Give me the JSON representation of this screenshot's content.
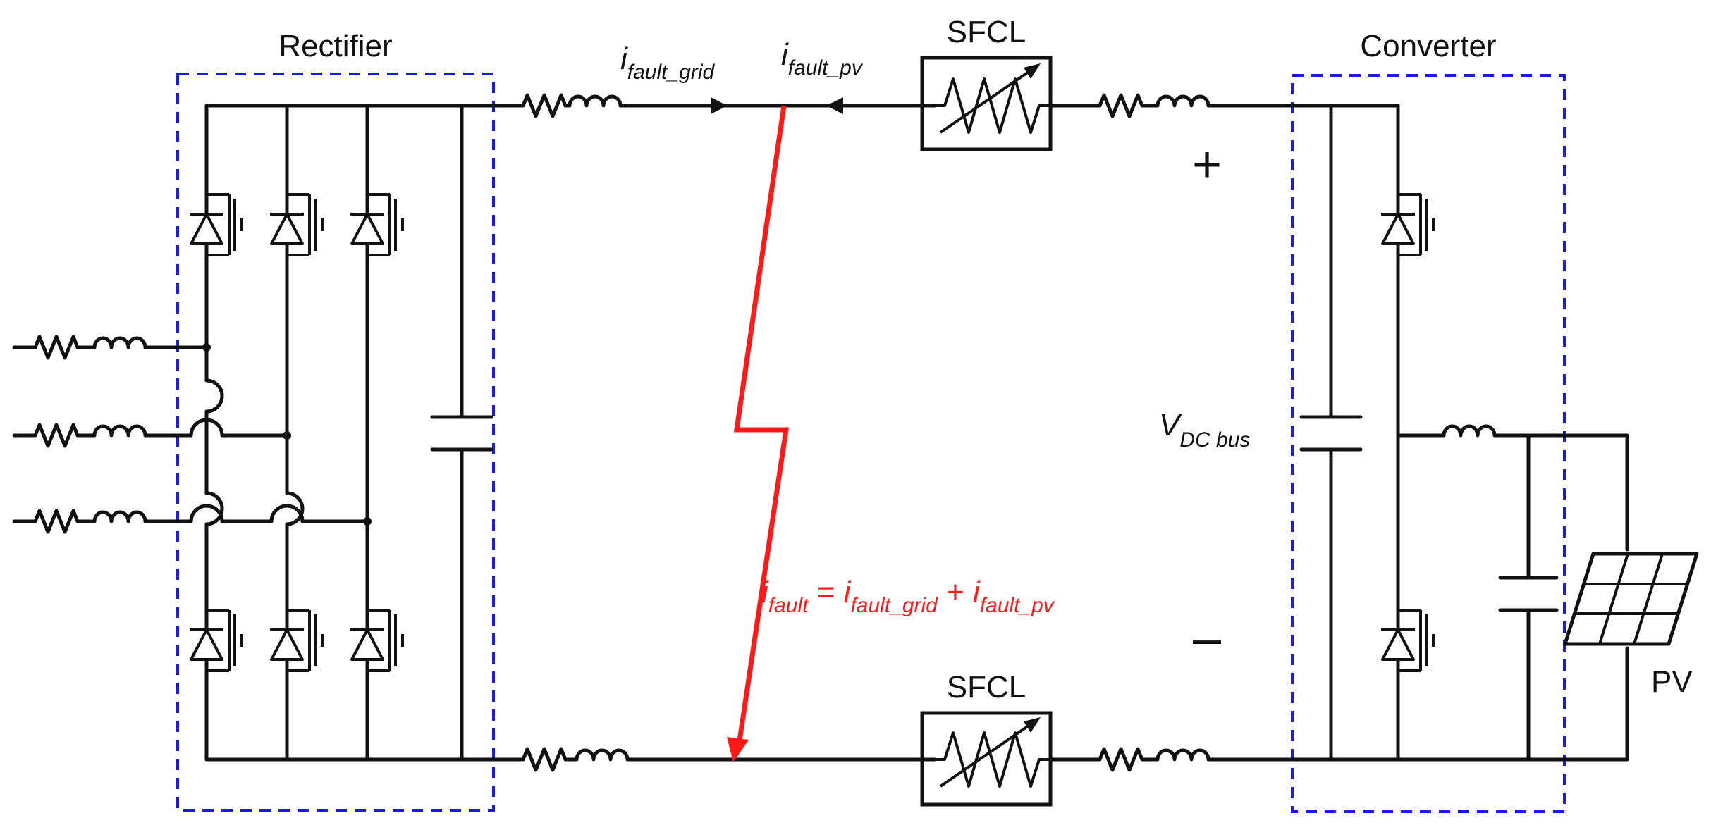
{
  "blocks": {
    "rectifier": "Rectifier",
    "converter": "Converter",
    "sfcl_top": "SFCL",
    "sfcl_bottom": "SFCL",
    "pv": "PV"
  },
  "polarity": {
    "plus": "+",
    "minus": "–"
  },
  "currents": {
    "grid": {
      "base": "i",
      "sub": "fault_grid"
    },
    "pv": {
      "base": "i",
      "sub": "fault_pv"
    }
  },
  "bus_voltage": {
    "base": "V",
    "sub": "DC bus"
  },
  "fault_equation": {
    "total_base": "i",
    "total_sub": "fault",
    "equals": " = ",
    "term1_base": "i",
    "term1_sub": "fault_grid",
    "plus": " + ",
    "term2_base": "i",
    "term2_sub": "fault_pv"
  },
  "colors": {
    "wire": "#111111",
    "fault": "#ff1a1a",
    "block_outline": "#1a1ae6"
  }
}
